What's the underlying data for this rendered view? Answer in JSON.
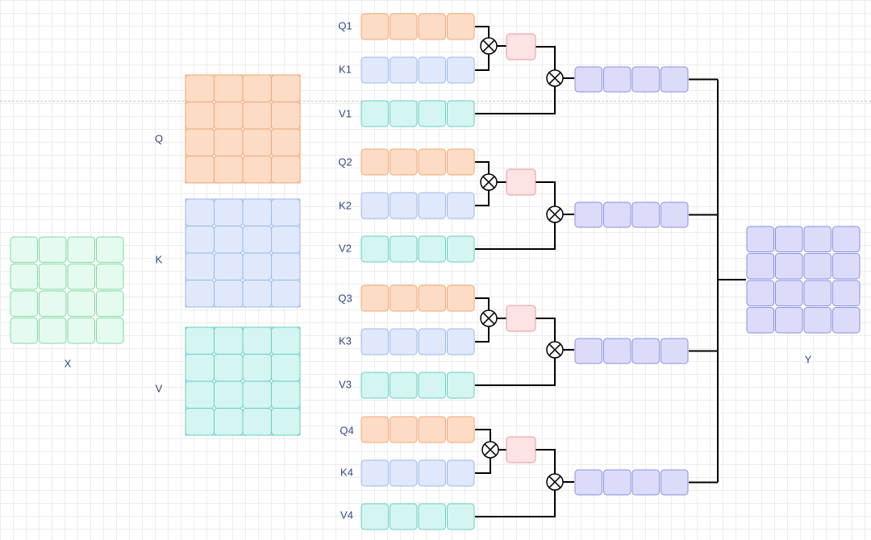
{
  "labels": {
    "x": "X",
    "q": "Q",
    "k": "K",
    "v": "V",
    "y": "Y"
  },
  "heads": [
    {
      "q": "Q1",
      "k": "K1",
      "v": "V1"
    },
    {
      "q": "Q2",
      "k": "K2",
      "v": "V2"
    },
    {
      "q": "Q3",
      "k": "K3",
      "v": "V3"
    },
    {
      "q": "Q4",
      "k": "K4",
      "v": "V4"
    }
  ],
  "operators": {
    "multiply_symbol": "⊗"
  },
  "colors": {
    "x_fill": "#e6fbef",
    "x_stroke": "#7fd9a2",
    "q_fill": "#fddcc6",
    "q_stroke": "#f0a673",
    "k_fill": "#dfe9fb",
    "k_stroke": "#9bb8ea",
    "v_fill": "#d4f5f1",
    "v_stroke": "#69cfc4",
    "y_fill": "#dcdcfa",
    "y_stroke": "#8b8ee0",
    "score_fill": "#fde3e3",
    "score_stroke": "#e69a9a",
    "line": "#000000"
  }
}
